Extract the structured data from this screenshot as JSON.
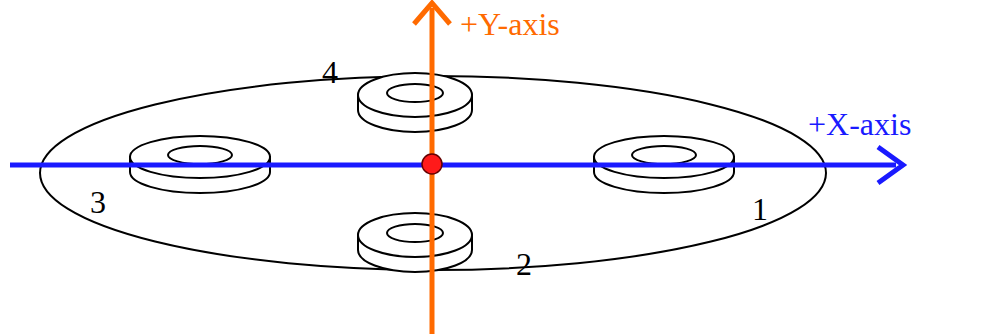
{
  "diagram": {
    "labels": [
      "+Y-axis",
      "+X-axis",
      "4",
      "3",
      "1",
      "2"
    ]
  }
}
